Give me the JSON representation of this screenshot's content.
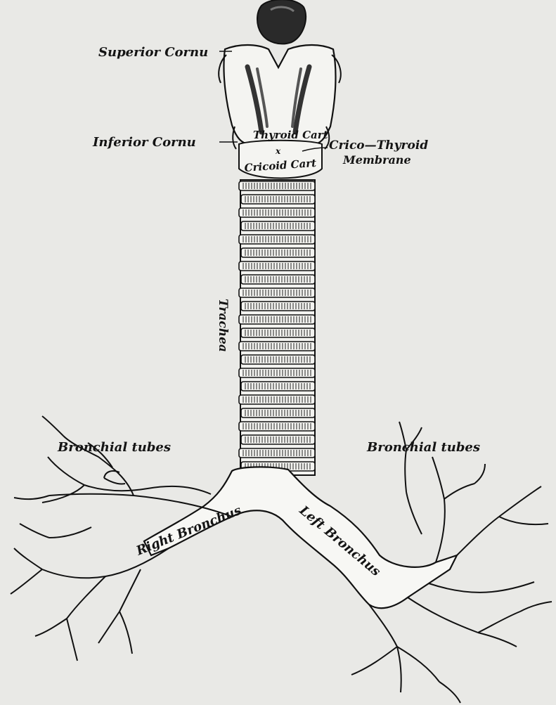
{
  "labels": {
    "superior_cornu": "Superior Cornu",
    "inferior_cornu": "Inferior Cornu",
    "thyroid_cart": "Thyroid Cart",
    "cricoid_cart": "Cricoid Cart",
    "crico_thyroid": "Crico—Thyroid",
    "membrane": "Membrane",
    "trachea": "Trachea",
    "bronchial_tubes_left": "Bronchial tubes",
    "bronchial_tubes_right": "Bronchial tubes",
    "right_bronchus": "Right Bronchus",
    "left_bronchus": "Left Bronchus",
    "marker_x": "x"
  },
  "colors": {
    "paper": "#e9e9e6",
    "ink": "#141414",
    "ring_fill": "#f3f3f0"
  }
}
